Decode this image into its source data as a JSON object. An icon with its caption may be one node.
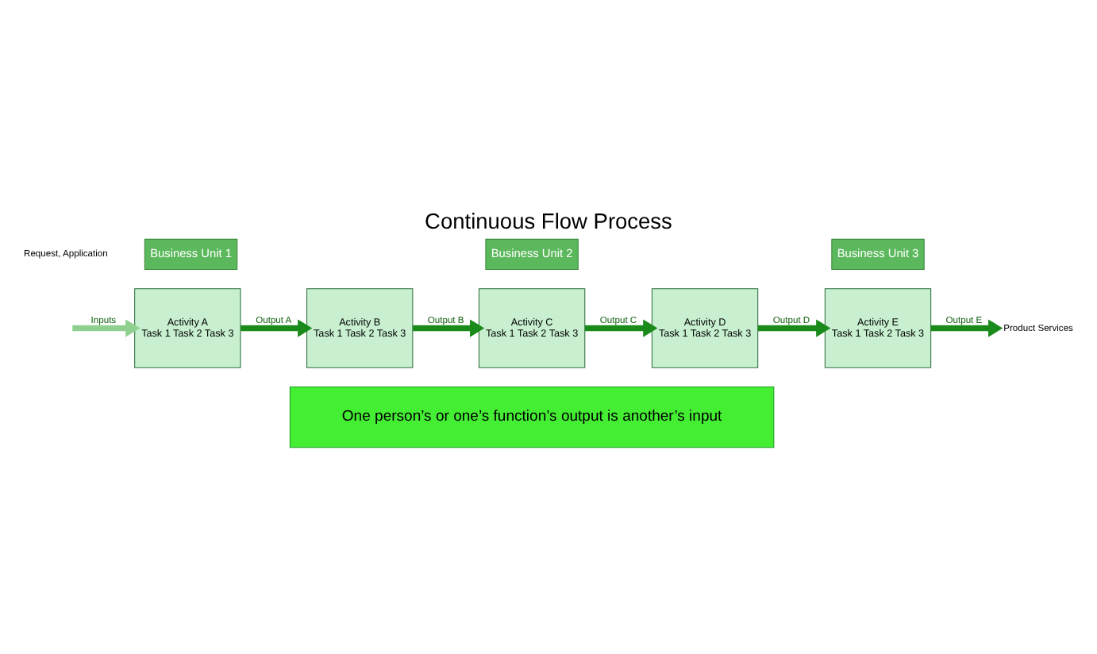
{
  "diagram": {
    "title": "Continuous Flow Process",
    "nodes": [
      {
        "text": [
          "Business Unit 1"
        ]
      },
      {
        "text": [
          "Business Unit 2"
        ]
      },
      {
        "text": [
          "Business Unit 3"
        ]
      },
      {
        "text": [
          "Activity A",
          "Task 1 Task 2 Task 3"
        ]
      },
      {
        "text": [
          "Activity B",
          "Task 1 Task 2 Task 3"
        ]
      },
      {
        "text": [
          "Activity C",
          "Task 1 Task 2 Task 3"
        ]
      },
      {
        "text": [
          "Activity D",
          "Task 1 Task 2 Task 3"
        ]
      },
      {
        "text": [
          "Activity E",
          "Task 1 Task 2 Task 3"
        ]
      },
      {
        "text": [
          "One person’s or one’s function’s output is another’s input"
        ]
      },
      {
        "text": [
          "Product Services"
        ]
      }
    ],
    "edges": [
      {
        "from": null,
        "to": 3,
        "arrow": "to",
        "label": "Inputs",
        "color": "#8fd08f"
      },
      {
        "from": 3,
        "to": 4,
        "arrow": "to",
        "label": "Output A"
      },
      {
        "from": 4,
        "to": 5,
        "arrow": "to",
        "label": "Output B"
      },
      {
        "from": 5,
        "to": 6,
        "arrow": "to",
        "label": "Output C"
      },
      {
        "from": 6,
        "to": 7,
        "arrow": "to",
        "label": "Output D"
      },
      {
        "from": 7,
        "to": 9,
        "arrow": "to",
        "label": "Output E"
      }
    ],
    "labels": [
      "Request, Application"
    ]
  }
}
